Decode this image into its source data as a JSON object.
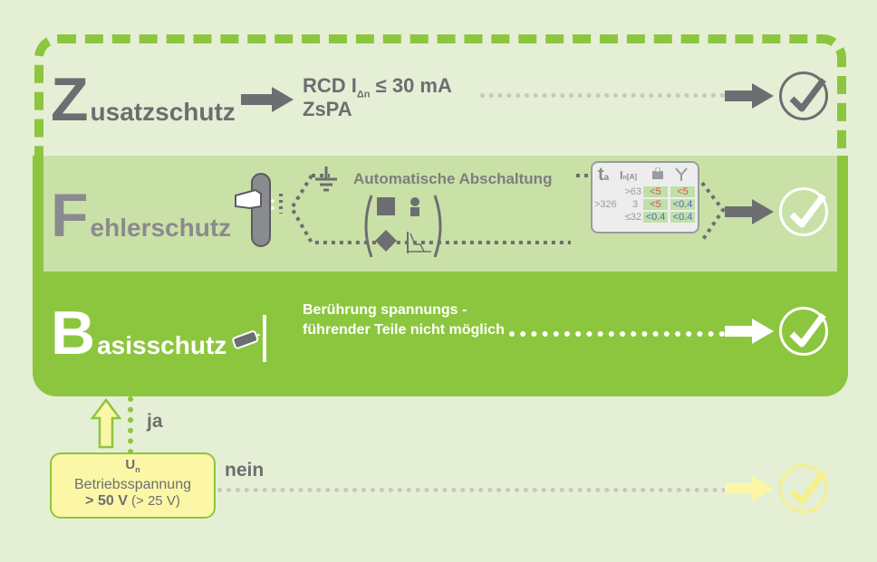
{
  "layers": {
    "zusatz": {
      "big_letter": "Z",
      "rest": "usatzschutz"
    },
    "fehler": {
      "big_letter": "F",
      "rest": "ehlerschutz"
    },
    "basis": {
      "big_letter": "B",
      "rest": "asisschutz"
    }
  },
  "zusatz": {
    "rcd_prefix": "RCD  I",
    "rcd_sub": "Δn",
    "rcd_suffix": " ≤ 30 mA",
    "zspa": "ZsPA"
  },
  "fehler": {
    "auto_label": "Automatische Abschaltung",
    "table": {
      "header_t": "t",
      "header_t_sub": "a",
      "header_i": "I",
      "header_i_sub": "n",
      "header_i_unit": "[A]",
      "rows": [
        {
          "threshold": ">63",
          "fuse_value": "",
          "v1": "<5",
          "v2": "<5"
        },
        {
          "threshold": ">326",
          "fuse_value": "3",
          "v1": "<5",
          "v2": "<0.4"
        },
        {
          "threshold": "≤32",
          "fuse_value": "",
          "v1": "<0.4",
          "v2": "<0.4"
        }
      ]
    }
  },
  "basis": {
    "description": "Berührung spannungs - führender Teile nicht möglich"
  },
  "decision": {
    "yes_label": "ja",
    "no_label": "nein",
    "symbol": "U",
    "symbol_sub": "n",
    "label": "Betriebsspannung",
    "value_bold": "> 50 V",
    "value_alt": " (> 25 V)"
  },
  "colors": {
    "green": "#8cc63f",
    "light_green": "#c9e1a7",
    "background": "#e5efd5",
    "gray": "#6d6e71",
    "yellow": "#fbf7a6"
  },
  "icons": [
    "arrow-right-icon",
    "check-circle-icon",
    "hand-electrode-icon",
    "ground-icon",
    "plug-icon",
    "arrow-up-icon",
    "fuse-icon",
    "rcd-icon"
  ]
}
